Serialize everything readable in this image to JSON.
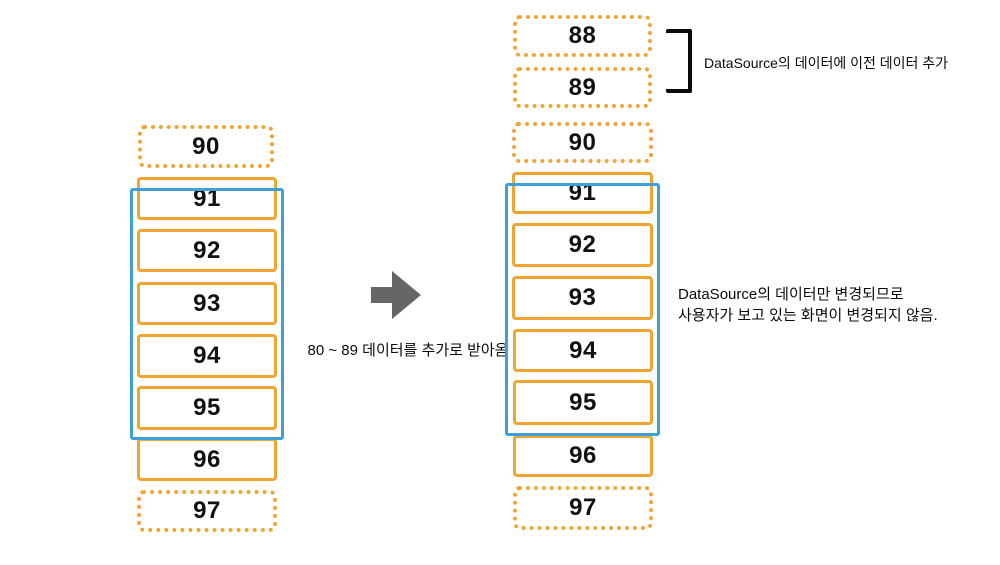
{
  "colors": {
    "box_border_orange": "#F2A433",
    "viewport_border_blue": "#3D9FDC",
    "arrow_gray": "#666666",
    "annotation_black": "#0A0A0A"
  },
  "left_stack": {
    "boxes": [
      {
        "label": "90",
        "style": "dotted"
      },
      {
        "label": "91",
        "style": "solid"
      },
      {
        "label": "92",
        "style": "solid"
      },
      {
        "label": "93",
        "style": "solid"
      },
      {
        "label": "94",
        "style": "solid"
      },
      {
        "label": "95",
        "style": "solid"
      },
      {
        "label": "96",
        "style": "solid"
      },
      {
        "label": "97",
        "style": "dotted"
      }
    ]
  },
  "right_stack": {
    "boxes": [
      {
        "label": "88",
        "style": "dotted"
      },
      {
        "label": "89",
        "style": "dotted"
      },
      {
        "label": "90",
        "style": "dotted"
      },
      {
        "label": "91",
        "style": "solid"
      },
      {
        "label": "92",
        "style": "solid"
      },
      {
        "label": "93",
        "style": "solid"
      },
      {
        "label": "94",
        "style": "solid"
      },
      {
        "label": "95",
        "style": "solid"
      },
      {
        "label": "96",
        "style": "solid"
      },
      {
        "label": "97",
        "style": "dotted"
      }
    ]
  },
  "arrow": {
    "caption": "80 ~ 89 데이터를 추가로 받아옴"
  },
  "annotations": {
    "added_data_note": "DataSource의 데이터에 이전 데이터 추가",
    "viewport_note_line1": "DataSource의 데이터만 변경되므로",
    "viewport_note_line2": "사용자가 보고 있는 화면이 변경되지 않음."
  }
}
